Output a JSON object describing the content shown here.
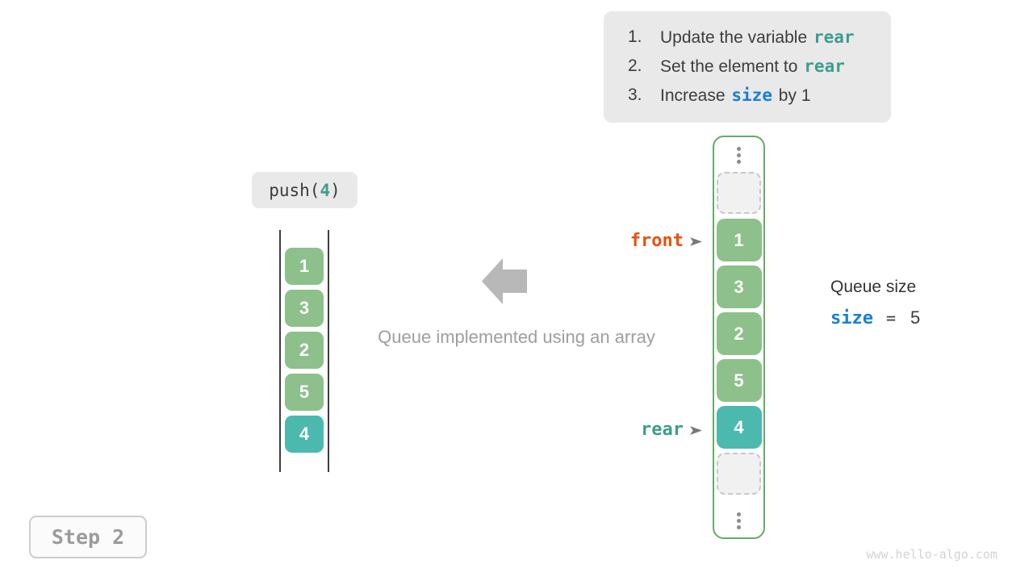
{
  "colors": {
    "panel_bg": "#e9e9e9",
    "text_dark": "#3c3c3c",
    "code_teal": "#3d9c8e",
    "code_blue": "#1780d4",
    "code_orange": "#e5530f",
    "green_box": "#8dc08b",
    "teal_box": "#4cb9ae",
    "queue_border": "#67aa67",
    "big_arrow": "#b8b8b8",
    "caption_gray": "#9e9e9e",
    "pointer_gray": "#787878",
    "step_gray": "#9b9b9b",
    "step_border": "#cccccc",
    "step_bg": "#fbfbfb",
    "watermark_gray": "#d3d3d3",
    "dots_gray": "#8a8a8a",
    "slot_bg": "#f1f1f1",
    "slot_border": "#c8c8c8",
    "rail_dark": "#3f3f3f",
    "white": "#ffffff"
  },
  "steps_panel": {
    "items": [
      {
        "num": "1.",
        "before": "Update the variable ",
        "code": "rear",
        "after": ""
      },
      {
        "num": "2.",
        "before": "Set the element to ",
        "code": "rear",
        "after": ""
      },
      {
        "num": "3.",
        "before": "Increase ",
        "code": "size",
        "after": " by 1"
      }
    ]
  },
  "operation": {
    "prefix": "push(",
    "arg": "4",
    "suffix": ")"
  },
  "left_array": {
    "values": [
      "1",
      "3",
      "2",
      "5",
      "4"
    ]
  },
  "center": {
    "caption": "Queue implemented using an array"
  },
  "queue": {
    "cells": [
      "1",
      "3",
      "2",
      "5",
      "4"
    ],
    "front_label": "front",
    "rear_label": "rear"
  },
  "size_info": {
    "title": "Queue size",
    "variable": "size",
    "equals": "=",
    "value": "5"
  },
  "step_badge": {
    "label": "Step 2"
  },
  "watermark": {
    "text": "www.hello-algo.com"
  }
}
